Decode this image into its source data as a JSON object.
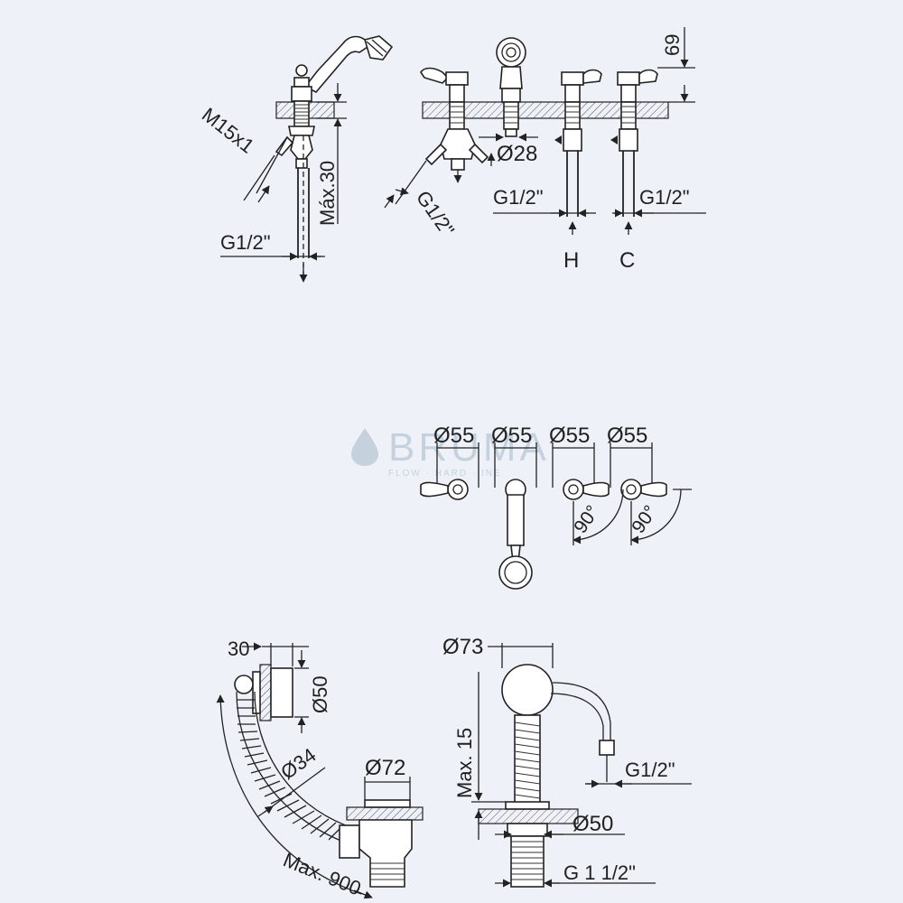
{
  "watermark": {
    "brand": "BRUMA",
    "tagline": "FLOW · HARD · INE"
  },
  "views": {
    "side_section": {
      "thread_label": "M15x1",
      "depth_label": "Máx.30",
      "inlet_label": "G1/2\""
    },
    "front_section": {
      "height_label": "69",
      "diameter_label": "Ø28",
      "left_inlet_label": "G1/2\"",
      "hot_inlet_label": "G1/2\"",
      "cold_inlet_label": "G1/2\"",
      "hot_marker": "H",
      "cold_marker": "C"
    },
    "plan_view": {
      "rosette_labels": [
        "Ø55",
        "Ø55",
        "Ø55",
        "Ø55"
      ],
      "angle_labels": [
        "90°",
        "90°"
      ]
    },
    "waste_overflow": {
      "overflow_depth_label": "30",
      "overflow_diameter_label": "Ø50",
      "hose_diameter_label": "Ø34",
      "plug_diameter_label": "Ø72",
      "hose_length_label": "Max. 900"
    },
    "filler_spout": {
      "head_diameter_label": "Ø73",
      "height_label": "Max. 15",
      "inlet_label": "G1/2\"",
      "base_diameter_label": "Ø50",
      "outlet_thread_label": "G 1 1/2\""
    }
  }
}
